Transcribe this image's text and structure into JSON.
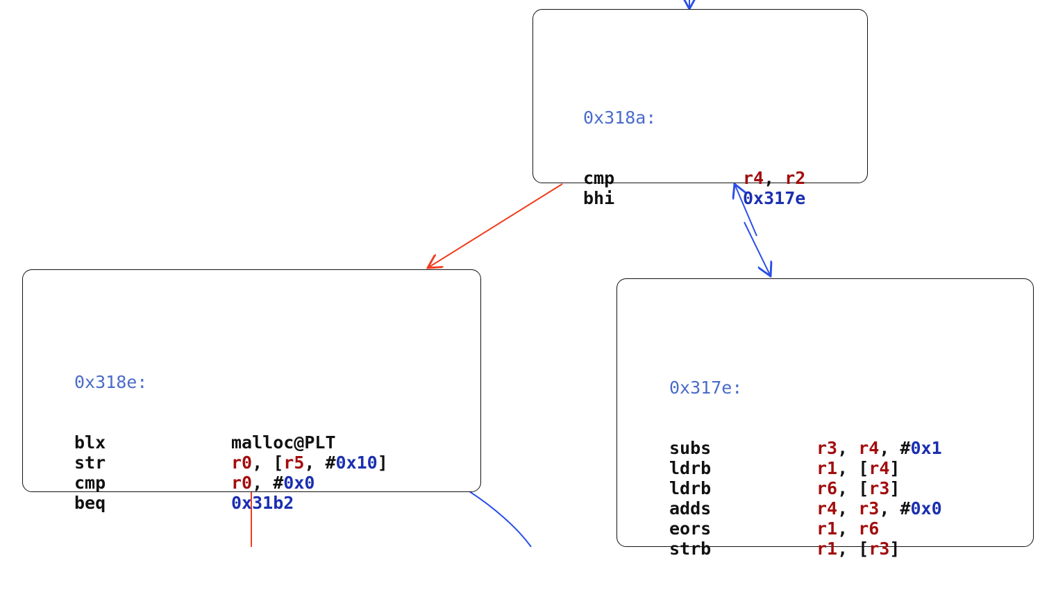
{
  "colors": {
    "address": "#4a6cc9",
    "mnemonic": "#111111",
    "register": "#a20d0d",
    "immediate": "#1a2fb0",
    "edge_false": "#f03c1c",
    "edge_true": "#2a4fe8",
    "border": "#111111"
  },
  "blocks": [
    {
      "id": "0x318a",
      "address": "0x318a:",
      "instructions": [
        {
          "mnemonic": "cmp",
          "operands": [
            [
              "r4",
              "reg"
            ],
            [
              ", ",
              "punct"
            ],
            [
              "r2",
              "reg"
            ]
          ]
        },
        {
          "mnemonic": "bhi",
          "operands": [
            [
              "0x317e",
              "imm"
            ]
          ]
        }
      ]
    },
    {
      "id": "0x318e",
      "address": "0x318e:",
      "instructions": [
        {
          "mnemonic": "blx",
          "operands": [
            [
              "malloc@PLT",
              "sym"
            ]
          ]
        },
        {
          "mnemonic": "str",
          "operands": [
            [
              "r0",
              "reg"
            ],
            [
              ", [",
              "punct"
            ],
            [
              "r5",
              "reg"
            ],
            [
              ", #",
              "punct"
            ],
            [
              "0x10",
              "imm"
            ],
            [
              "]",
              "punct"
            ]
          ]
        },
        {
          "mnemonic": "cmp",
          "operands": [
            [
              "r0",
              "reg"
            ],
            [
              ", #",
              "punct"
            ],
            [
              "0x0",
              "imm"
            ]
          ]
        },
        {
          "mnemonic": "beq",
          "operands": [
            [
              "0x31b2",
              "imm"
            ]
          ]
        }
      ]
    },
    {
      "id": "0x317e",
      "address": "0x317e:",
      "instructions": [
        {
          "mnemonic": "subs",
          "operands": [
            [
              "r3",
              "reg"
            ],
            [
              ", ",
              "punct"
            ],
            [
              "r4",
              "reg"
            ],
            [
              ", #",
              "punct"
            ],
            [
              "0x1",
              "imm"
            ]
          ]
        },
        {
          "mnemonic": "ldrb",
          "operands": [
            [
              "r1",
              "reg"
            ],
            [
              ", [",
              "punct"
            ],
            [
              "r4",
              "reg"
            ],
            [
              "]",
              "punct"
            ]
          ]
        },
        {
          "mnemonic": "ldrb",
          "operands": [
            [
              "r6",
              "reg"
            ],
            [
              ", [",
              "punct"
            ],
            [
              "r3",
              "reg"
            ],
            [
              "]",
              "punct"
            ]
          ]
        },
        {
          "mnemonic": "adds",
          "operands": [
            [
              "r4",
              "reg"
            ],
            [
              ", ",
              "punct"
            ],
            [
              "r3",
              "reg"
            ],
            [
              ", #",
              "punct"
            ],
            [
              "0x0",
              "imm"
            ]
          ]
        },
        {
          "mnemonic": "eors",
          "operands": [
            [
              "r1",
              "reg"
            ],
            [
              ", ",
              "punct"
            ],
            [
              "r6",
              "reg"
            ]
          ]
        },
        {
          "mnemonic": "strb",
          "operands": [
            [
              "r1",
              "reg"
            ],
            [
              ", [",
              "punct"
            ],
            [
              "r3",
              "reg"
            ],
            [
              "]",
              "punct"
            ]
          ]
        }
      ]
    }
  ],
  "edges": [
    {
      "from": "0x318a",
      "to": "0x318e",
      "kind": "false-branch"
    },
    {
      "from": "0x318a",
      "to": "0x317e",
      "kind": "true-branch"
    },
    {
      "from": "0x317e",
      "to": "0x318a",
      "kind": "loop-back"
    }
  ]
}
